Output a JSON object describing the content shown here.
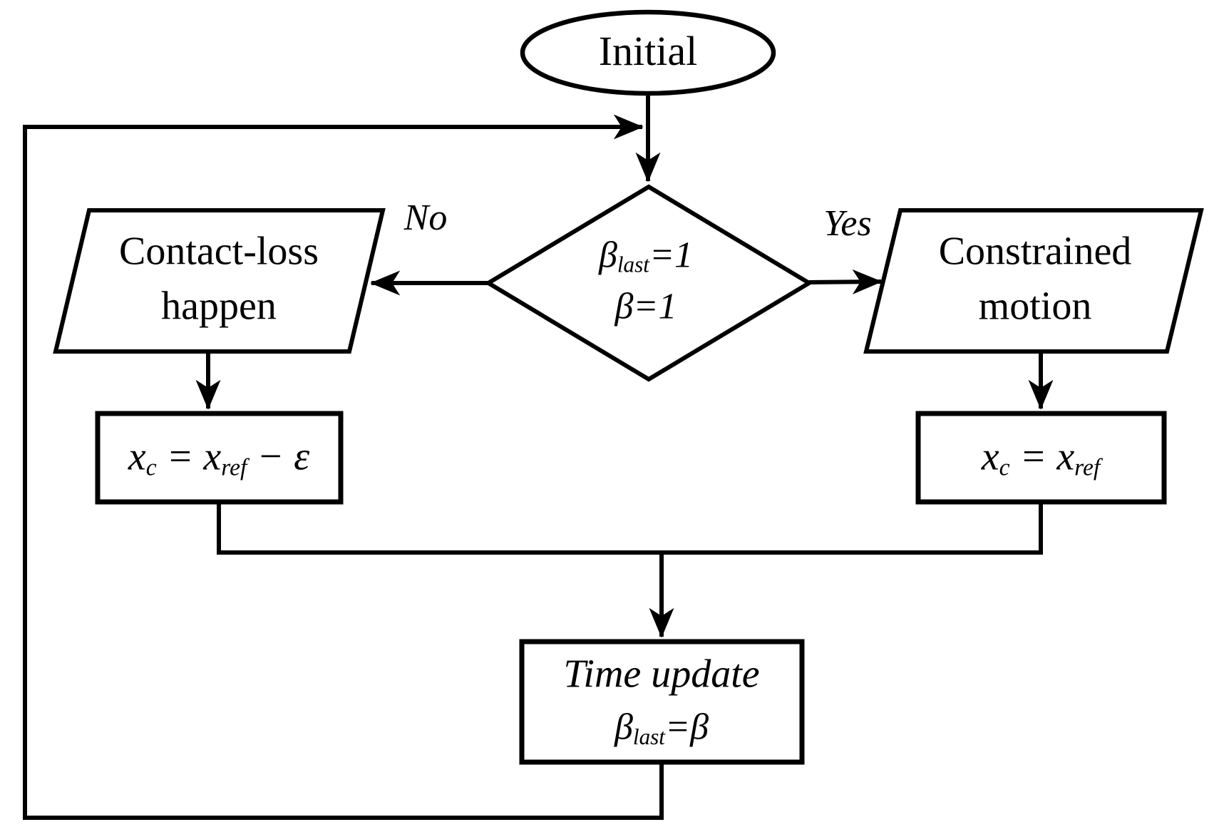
{
  "diagram": {
    "type": "flowchart",
    "nodes": {
      "initial": {
        "label": "Initial"
      },
      "decision": {
        "line1_base": "β",
        "line1_sub": "last",
        "line1_rest": "=1",
        "line2": "β=1"
      },
      "contact_loss": {
        "line1": "Contact-loss",
        "line2": "happen"
      },
      "constrained": {
        "line1": "Constrained",
        "line2": "motion"
      },
      "assign_left": {
        "var1": "x",
        "sub1": "c",
        "eq": " = ",
        "var2": "x",
        "sub2": "ref",
        "rest": " − ε"
      },
      "assign_right": {
        "var1": "x",
        "sub1": "c",
        "eq": " = ",
        "var2": "x",
        "sub2": "ref"
      },
      "time_update": {
        "line1": "Time update",
        "line2_base": "β",
        "line2_sub": "last",
        "line2_rest": "=β"
      }
    },
    "edge_labels": {
      "no": "No",
      "yes": "Yes"
    },
    "colors": {
      "ink": "#000000",
      "background": "#ffffff"
    }
  }
}
